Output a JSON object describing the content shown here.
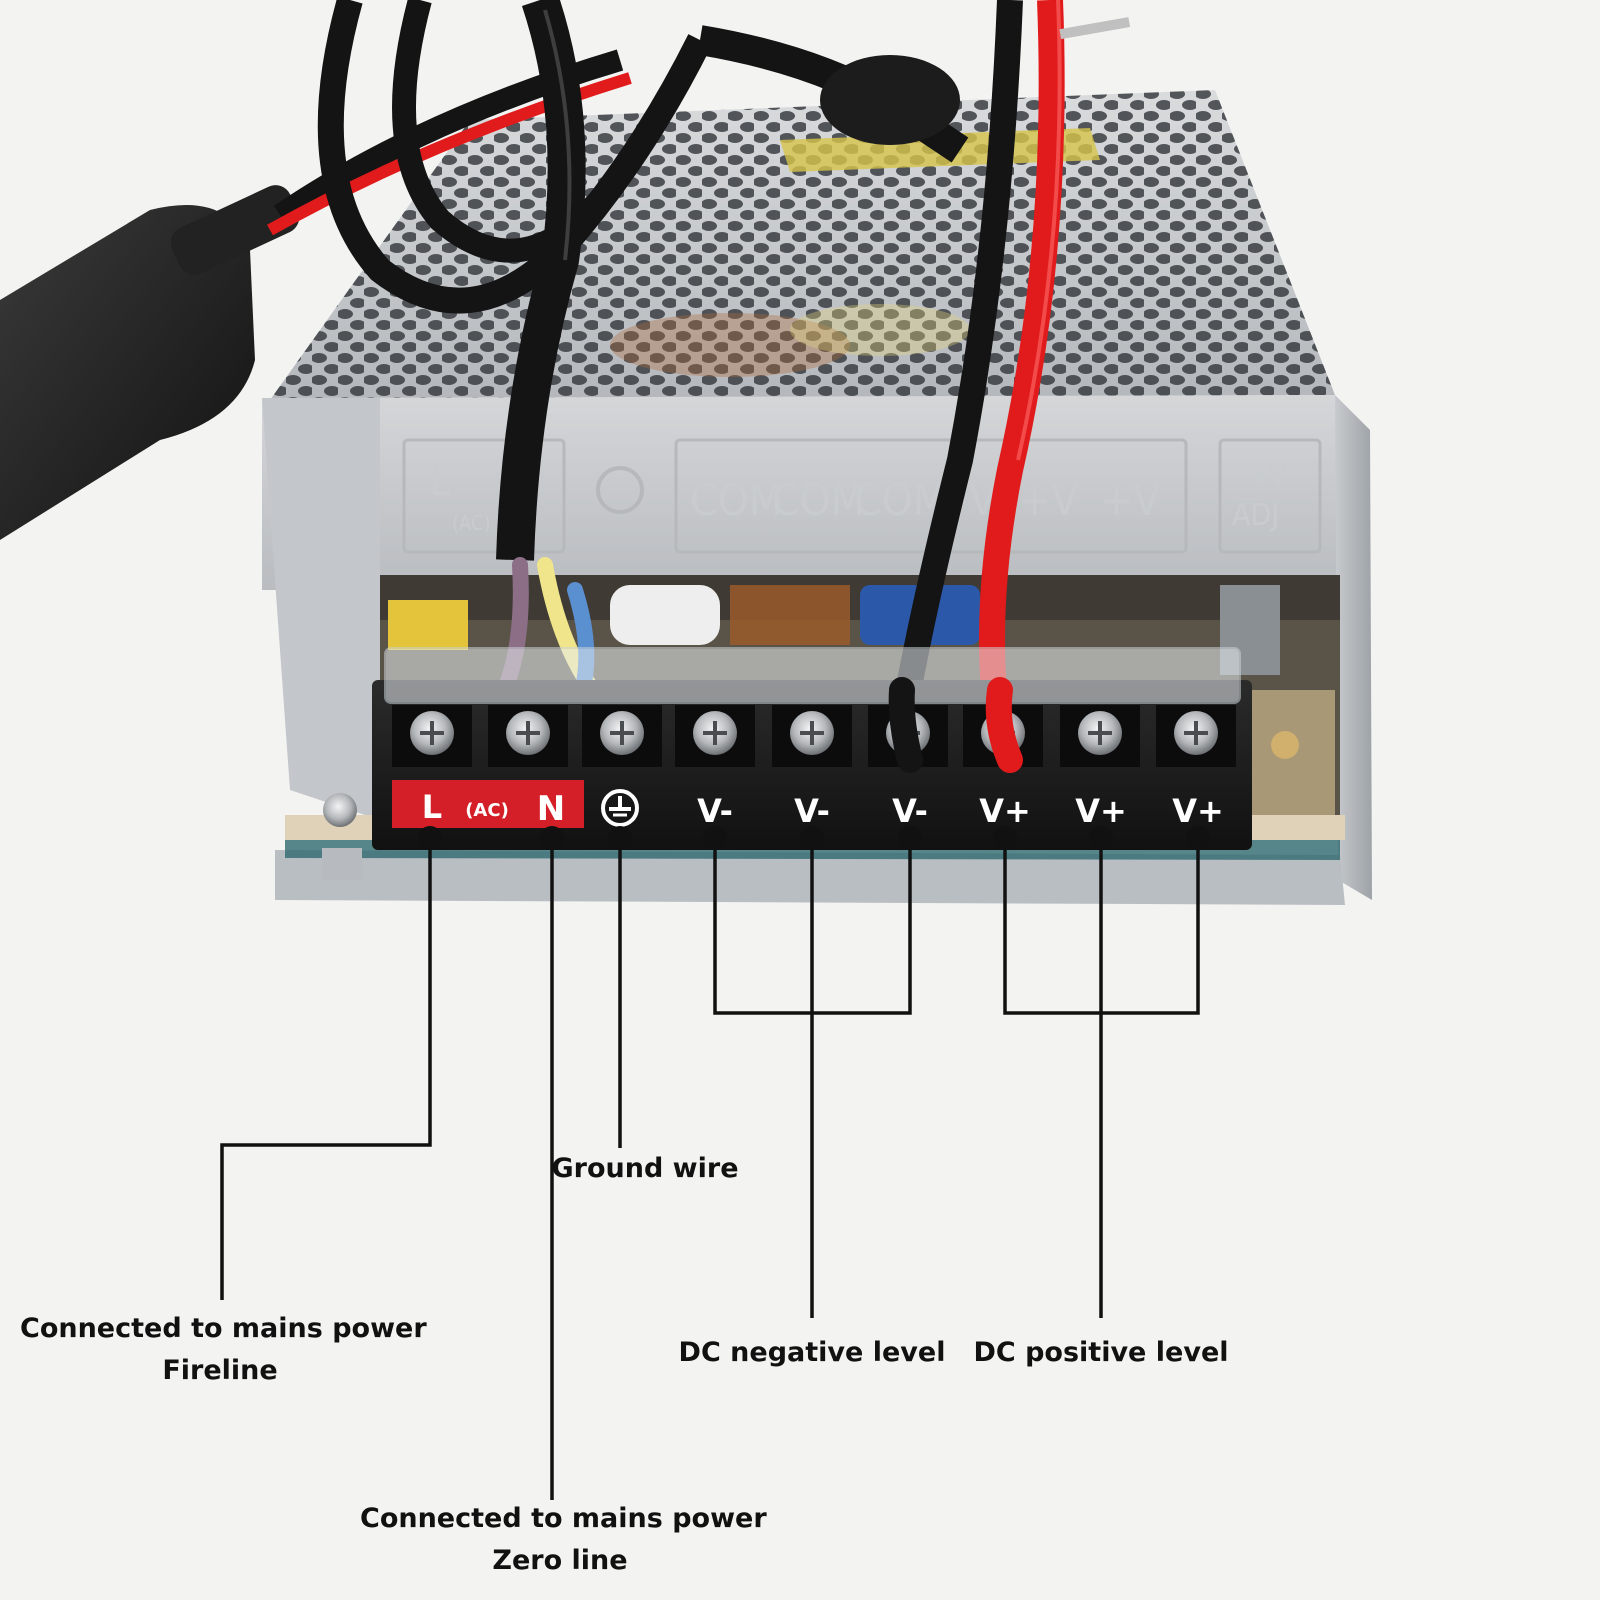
{
  "colors": {
    "background": "#f3f3f1",
    "case": "#c4c7ca",
    "terminal_block": "#1c1c1c",
    "ac_label": "#d41f28",
    "leader_lines": "#111111",
    "wire_red": "#e11b1b",
    "wire_black": "#141414",
    "wire_purple": "#8c6f86",
    "wire_yellow": "#f0e58a",
    "wire_blue": "#5a8fd0"
  },
  "case_molding": {
    "input": [
      "L",
      "(AC)"
    ],
    "outputs": [
      "COM",
      "COM",
      "COM",
      "+V",
      "+V",
      "+V"
    ],
    "adjust": [
      "+V",
      "ADJ"
    ]
  },
  "terminals": {
    "ac_l": "L",
    "ac_tag": "(AC)",
    "ac_n": "N",
    "v_neg": [
      "V-",
      "V-",
      "V-"
    ],
    "v_pos": [
      "V+",
      "V+",
      "V+"
    ]
  },
  "labels": {
    "fire_line_1": "Connected to mains power",
    "fire_line_2": "Fireline",
    "zero_line_1": "Connected to mains power",
    "zero_line_2": "Zero line",
    "ground": "Ground wire",
    "dc_negative": "DC negative level",
    "dc_positive": "DC positive level"
  }
}
